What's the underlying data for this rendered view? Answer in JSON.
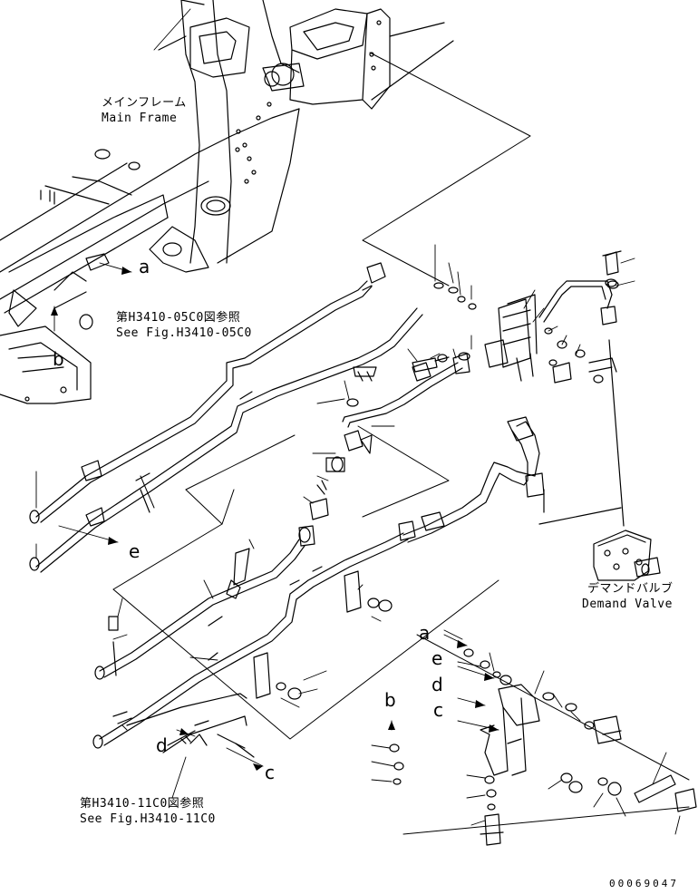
{
  "labels": {
    "main_frame_jp": "メインフレーム",
    "main_frame_en": "Main Frame",
    "ref1_jp": "第H3410-05C0図参照",
    "ref1_en": "See Fig.H3410-05C0",
    "ref2_jp": "第H3410-11C0図参照",
    "ref2_en": "See Fig.H3410-11C0",
    "demand_valve_jp": "デマンドバルブ",
    "demand_valve_en": "Demand Valve"
  },
  "callouts": {
    "a_top": "a",
    "b_top": "b",
    "e_mid": "e",
    "d_bottom": "d",
    "c_bottom": "c",
    "a_right": "a",
    "e_right": "e",
    "d_right": "d",
    "c_right": "c",
    "b_right": "b"
  },
  "document_number": "00069047"
}
